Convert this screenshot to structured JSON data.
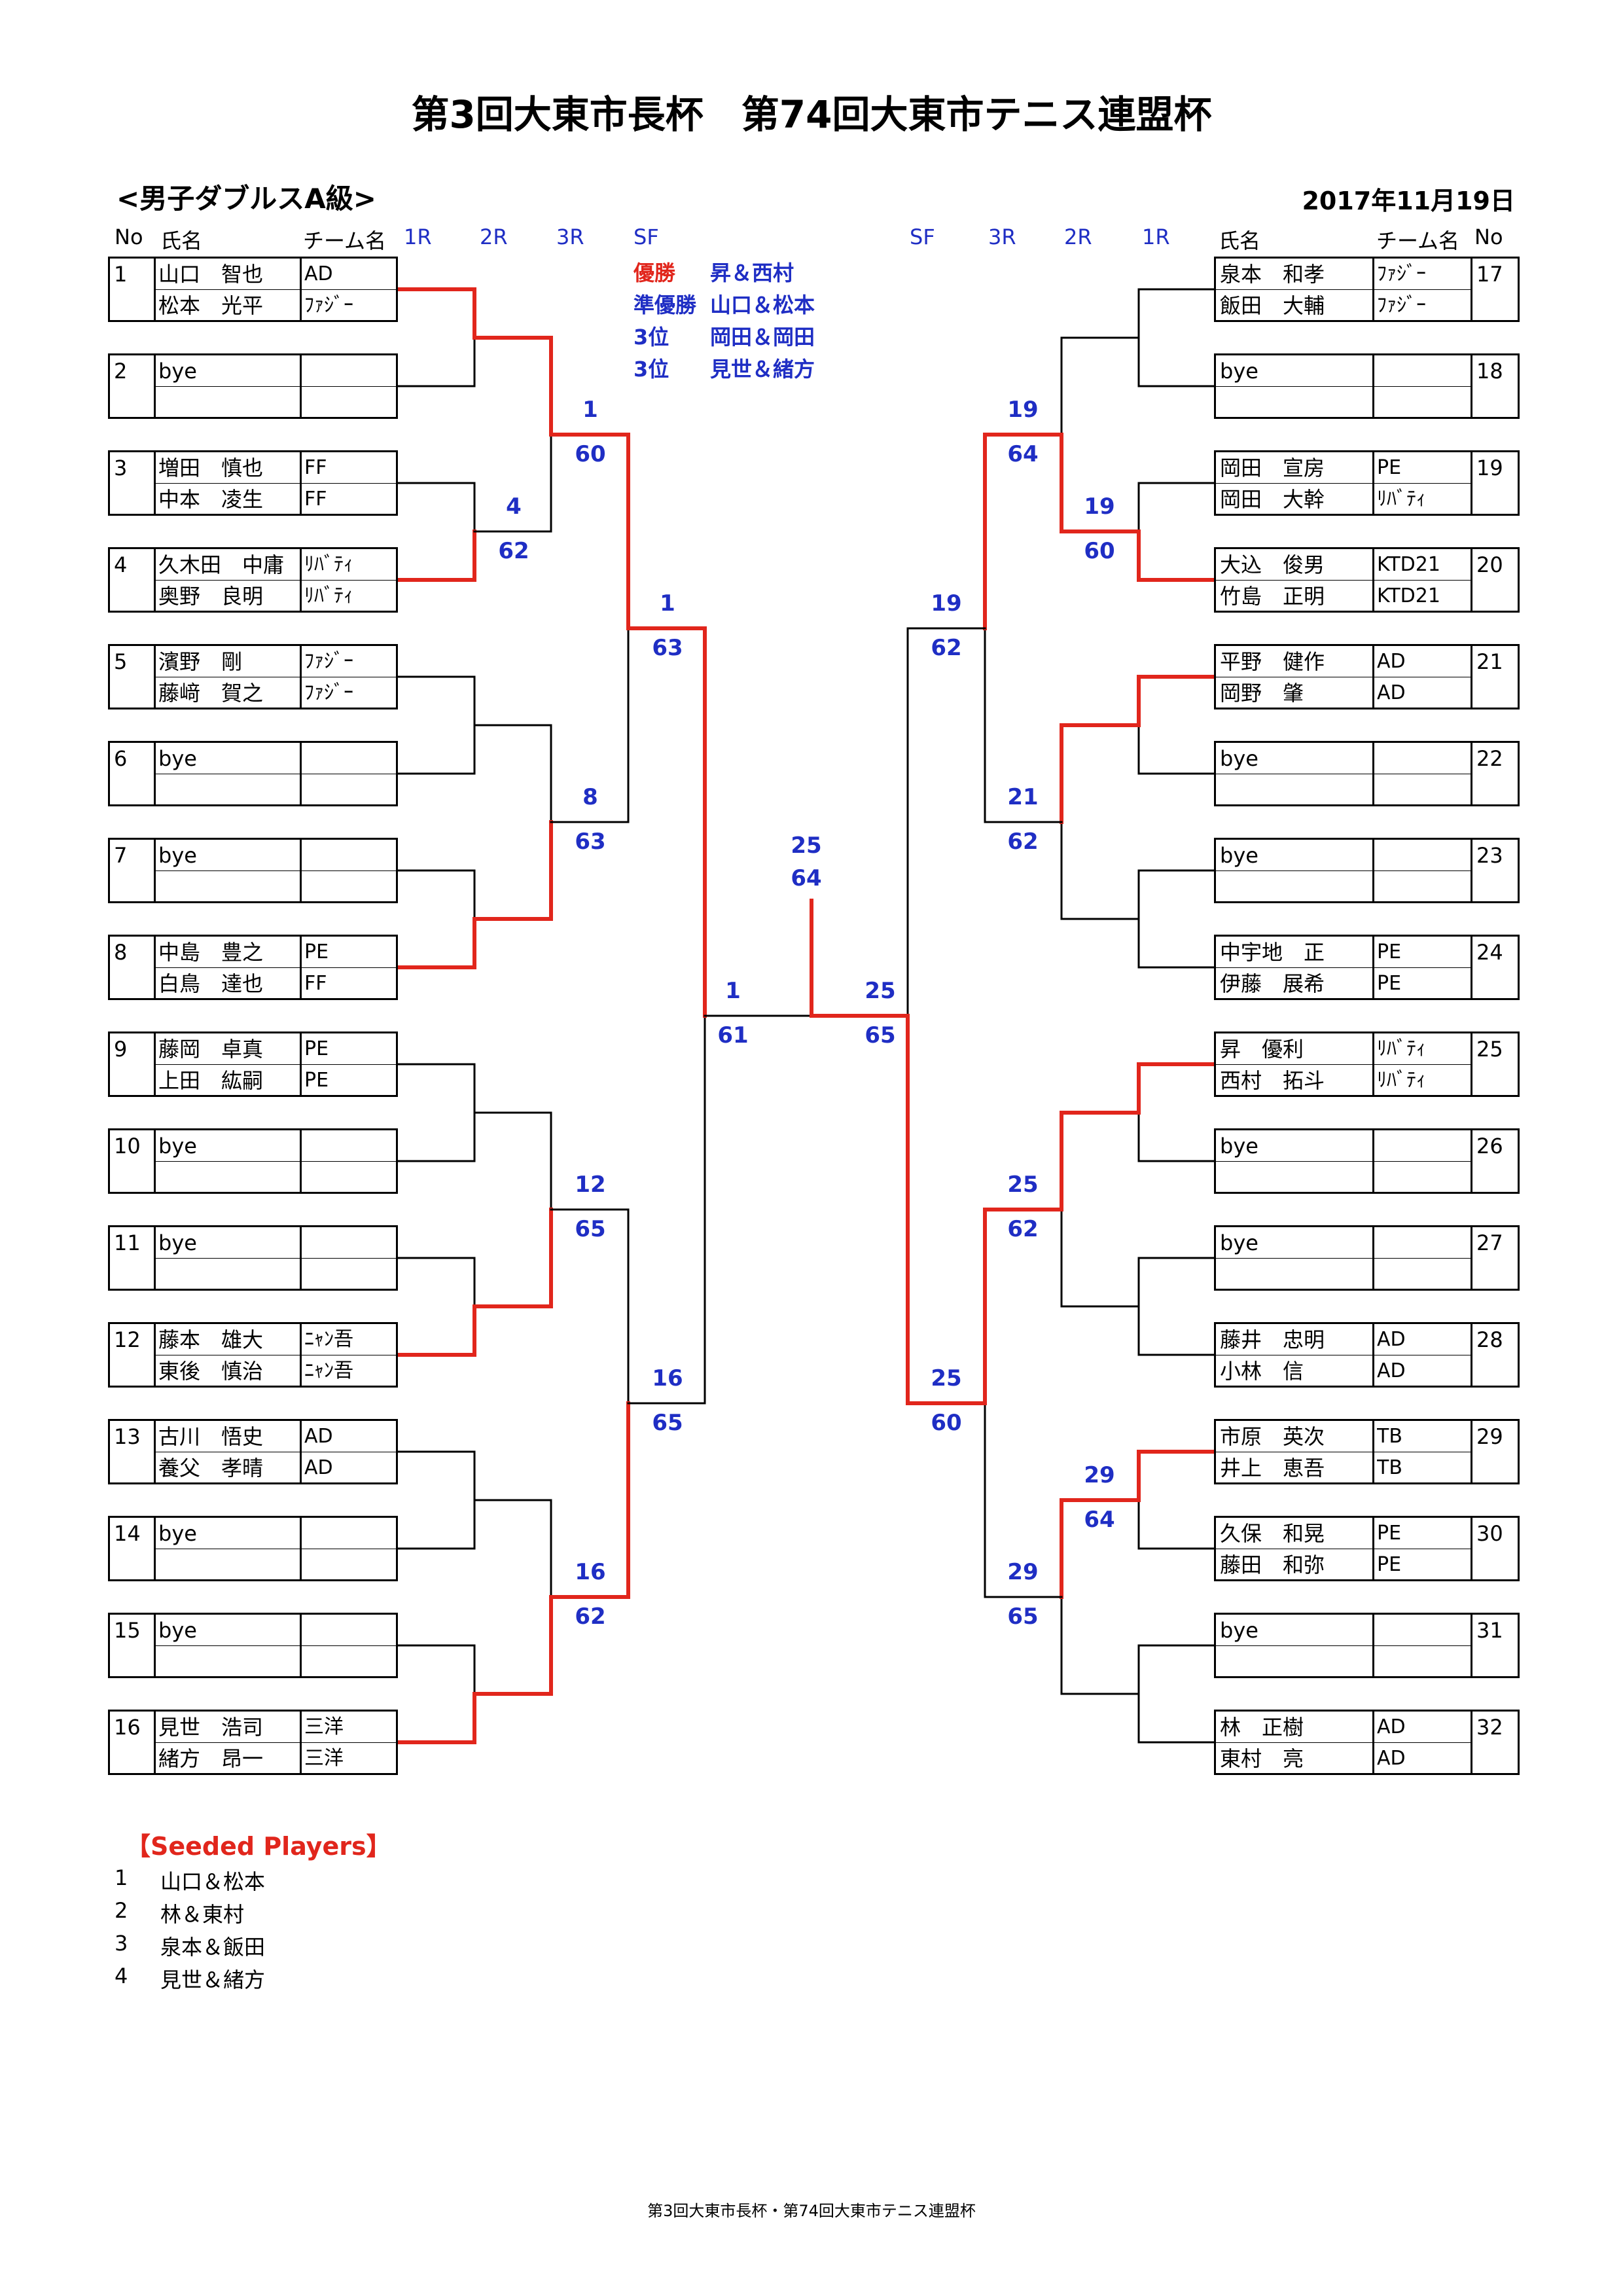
{
  "title": "第3回大東市長杯　第74回大東市テニス連盟杯",
  "division": "<男子ダブルスA級>",
  "date": "2017年11月19日",
  "headers": {
    "left": {
      "no": "No",
      "name": "氏名",
      "team": "チーム名",
      "r1": "1R",
      "r2": "2R",
      "r3": "3R",
      "sf": "SF"
    },
    "right": {
      "sf": "SF",
      "r3": "3R",
      "r2": "2R",
      "r1": "1R",
      "name": "氏名",
      "team": "チーム名",
      "no": "No"
    }
  },
  "results": [
    {
      "label": "優勝",
      "names": "昇＆西村"
    },
    {
      "label": "準優勝",
      "names": "山口＆松本"
    },
    {
      "label": "3位",
      "names": "岡田＆岡田"
    },
    {
      "label": "3位",
      "names": "見世＆緒方"
    }
  ],
  "entries_left": [
    {
      "no": "1",
      "p1": {
        "name": "山口　智也",
        "team": "AD"
      },
      "p2": {
        "name": "松本　光平",
        "team": "ﾌｧｼﾞｰ"
      }
    },
    {
      "no": "2",
      "p1": {
        "name": "bye",
        "team": ""
      },
      "p2": {
        "name": "",
        "team": ""
      }
    },
    {
      "no": "3",
      "p1": {
        "name": "増田　慎也",
        "team": "FF"
      },
      "p2": {
        "name": "中本　凌生",
        "team": "FF"
      }
    },
    {
      "no": "4",
      "p1": {
        "name": "久木田　中庸",
        "team": "ﾘﾊﾞﾃｨ"
      },
      "p2": {
        "name": "奥野　良明",
        "team": "ﾘﾊﾞﾃｨ"
      }
    },
    {
      "no": "5",
      "p1": {
        "name": "濱野　剛",
        "team": "ﾌｧｼﾞｰ"
      },
      "p2": {
        "name": "藤﨑　賀之",
        "team": "ﾌｧｼﾞｰ"
      }
    },
    {
      "no": "6",
      "p1": {
        "name": "bye",
        "team": ""
      },
      "p2": {
        "name": "",
        "team": ""
      }
    },
    {
      "no": "7",
      "p1": {
        "name": "bye",
        "team": ""
      },
      "p2": {
        "name": "",
        "team": ""
      }
    },
    {
      "no": "8",
      "p1": {
        "name": "中島　豊之",
        "team": "PE"
      },
      "p2": {
        "name": "白鳥　達也",
        "team": "FF"
      }
    },
    {
      "no": "9",
      "p1": {
        "name": "藤岡　卓真",
        "team": "PE"
      },
      "p2": {
        "name": "上田　紘嗣",
        "team": "PE"
      }
    },
    {
      "no": "10",
      "p1": {
        "name": "bye",
        "team": ""
      },
      "p2": {
        "name": "",
        "team": ""
      }
    },
    {
      "no": "11",
      "p1": {
        "name": "bye",
        "team": ""
      },
      "p2": {
        "name": "",
        "team": ""
      }
    },
    {
      "no": "12",
      "p1": {
        "name": "藤本　雄大",
        "team": "ﾆｬﾝ吾"
      },
      "p2": {
        "name": "東後　慎治",
        "team": "ﾆｬﾝ吾"
      }
    },
    {
      "no": "13",
      "p1": {
        "name": "古川　悟史",
        "team": "AD"
      },
      "p2": {
        "name": "養父　孝晴",
        "team": "AD"
      }
    },
    {
      "no": "14",
      "p1": {
        "name": "bye",
        "team": ""
      },
      "p2": {
        "name": "",
        "team": ""
      }
    },
    {
      "no": "15",
      "p1": {
        "name": "bye",
        "team": ""
      },
      "p2": {
        "name": "",
        "team": ""
      }
    },
    {
      "no": "16",
      "p1": {
        "name": "見世　浩司",
        "team": "三洋"
      },
      "p2": {
        "name": "緒方　昂一",
        "team": "三洋"
      }
    }
  ],
  "entries_right": [
    {
      "no": "17",
      "p1": {
        "name": "泉本　和孝",
        "team": "ﾌｧｼﾞｰ"
      },
      "p2": {
        "name": "飯田　大輔",
        "team": "ﾌｧｼﾞｰ"
      }
    },
    {
      "no": "18",
      "p1": {
        "name": "bye",
        "team": ""
      },
      "p2": {
        "name": "",
        "team": ""
      }
    },
    {
      "no": "19",
      "p1": {
        "name": "岡田　宣房",
        "team": "PE"
      },
      "p2": {
        "name": "岡田　大幹",
        "team": "ﾘﾊﾞﾃｨ"
      }
    },
    {
      "no": "20",
      "p1": {
        "name": "大込　俊男",
        "team": "KTD21"
      },
      "p2": {
        "name": "竹島　正明",
        "team": "KTD21"
      }
    },
    {
      "no": "21",
      "p1": {
        "name": "平野　健作",
        "team": "AD"
      },
      "p2": {
        "name": "岡野　肇",
        "team": "AD"
      }
    },
    {
      "no": "22",
      "p1": {
        "name": "bye",
        "team": ""
      },
      "p2": {
        "name": "",
        "team": ""
      }
    },
    {
      "no": "23",
      "p1": {
        "name": "bye",
        "team": ""
      },
      "p2": {
        "name": "",
        "team": ""
      }
    },
    {
      "no": "24",
      "p1": {
        "name": "中宇地　正",
        "team": "PE"
      },
      "p2": {
        "name": "伊藤　展希",
        "team": "PE"
      }
    },
    {
      "no": "25",
      "p1": {
        "name": "昇　優利",
        "team": "ﾘﾊﾞﾃｨ"
      },
      "p2": {
        "name": "西村　拓斗",
        "team": "ﾘﾊﾞﾃｨ"
      }
    },
    {
      "no": "26",
      "p1": {
        "name": "bye",
        "team": ""
      },
      "p2": {
        "name": "",
        "team": ""
      }
    },
    {
      "no": "27",
      "p1": {
        "name": "bye",
        "team": ""
      },
      "p2": {
        "name": "",
        "team": ""
      }
    },
    {
      "no": "28",
      "p1": {
        "name": "藤井　忠明",
        "team": "AD"
      },
      "p2": {
        "name": "小林　信",
        "team": "AD"
      }
    },
    {
      "no": "29",
      "p1": {
        "name": "市原　英次",
        "team": "TB"
      },
      "p2": {
        "name": "井上　恵吾",
        "team": "TB"
      }
    },
    {
      "no": "30",
      "p1": {
        "name": "久保　和晃",
        "team": "PE"
      },
      "p2": {
        "name": "藤田　和弥",
        "team": "PE"
      }
    },
    {
      "no": "31",
      "p1": {
        "name": "bye",
        "team": ""
      },
      "p2": {
        "name": "",
        "team": ""
      }
    },
    {
      "no": "32",
      "p1": {
        "name": "林　正樹",
        "team": "AD"
      },
      "p2": {
        "name": "東村　亮",
        "team": "AD"
      }
    }
  ],
  "scores": {
    "L_r2": [
      {
        "w": "4",
        "s": "62"
      }
    ],
    "L_r3": [
      {
        "w": "1",
        "s": "60"
      },
      {
        "w": "8",
        "s": "63"
      },
      {
        "w": "12",
        "s": "65"
      },
      {
        "w": "16",
        "s": "62"
      }
    ],
    "L_sf": [
      {
        "w": "1",
        "s": "63"
      },
      {
        "w": "16",
        "s": "65"
      }
    ],
    "L_final": {
      "w": "1",
      "s": "61"
    },
    "R_r2": [
      {
        "w": "19",
        "s": "60"
      },
      {
        "w": "29",
        "s": "64"
      }
    ],
    "R_r3": [
      {
        "w": "19",
        "s": "64"
      },
      {
        "w": "21",
        "s": "62"
      },
      {
        "w": "25",
        "s": "62"
      },
      {
        "w": "29",
        "s": "65"
      }
    ],
    "R_sf": [
      {
        "w": "19",
        "s": "62"
      },
      {
        "w": "25",
        "s": "60"
      }
    ],
    "R_final": {
      "w": "25",
      "s": "65"
    },
    "champion": {
      "w": "25",
      "s": "64"
    }
  },
  "seeded": {
    "title": "【Seeded Players】",
    "players": [
      {
        "rank": "1",
        "names": "山口＆松本"
      },
      {
        "rank": "2",
        "names": "林＆東村"
      },
      {
        "rank": "3",
        "names": "泉本＆飯田"
      },
      {
        "rank": "4",
        "names": "見世＆緒方"
      }
    ]
  },
  "footer": "第3回大東市長杯・第74回大東市テニス連盟杯",
  "colors": {
    "winner_line": "#e1261c",
    "score_text": "#1f2ec4",
    "line": "#000000"
  }
}
